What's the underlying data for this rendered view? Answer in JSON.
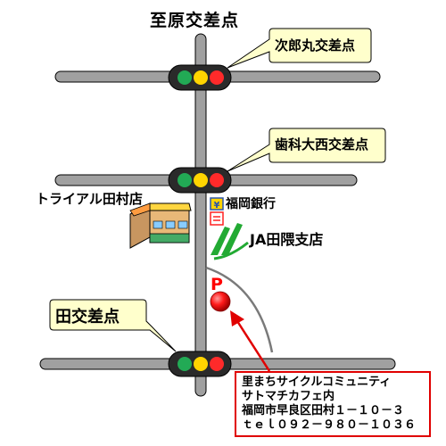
{
  "map": {
    "top_label": "至原交差点",
    "callouts": {
      "c1": "次郎丸交差点",
      "c2": "歯科大西交差点",
      "c3": "田交差点"
    },
    "landmarks": {
      "trial": "トライアル田村店",
      "bank": "福岡銀行",
      "bank_symbol": "¥",
      "ja": "JA田隈支店",
      "parking": "P"
    },
    "info": {
      "line1": "里まちサイクルコミュニティ",
      "line2": "サトマチカフェ内",
      "line3": "福岡市早良区田村１－１０－３",
      "line4": "ｔｅｌ０９２－９８０－１０３６"
    },
    "colors": {
      "road": "#a0a0a0",
      "road_outline": "#000000",
      "signal_body": "#2a2a2a",
      "signal_green": "#22aa55",
      "signal_yellow": "#ffd400",
      "signal_red": "#ff2a2a",
      "callout_fill": "#ffffcc",
      "accent_red": "#ff0000",
      "ja_green": "#22aa33"
    }
  }
}
